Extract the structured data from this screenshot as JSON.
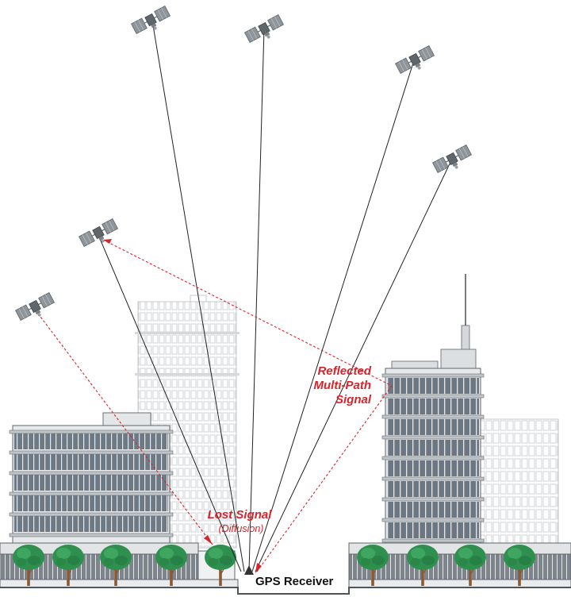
{
  "labels": {
    "reflected": [
      "Reflected",
      "Multi-Path",
      "Signal"
    ],
    "lost_signal": "Lost Signal",
    "diffusion": "(Diffusion)",
    "receiver": "GPS Receiver"
  },
  "colors": {
    "signal_line": "#222222",
    "lost_signal": "#d9232b",
    "building_glass": "#6f7c88",
    "building_faded": "#c9cdd1",
    "tree_canopy": "#2f8f4e",
    "tree_trunk": "#8a5a34"
  },
  "icons": {
    "satellite": "satellite-icon",
    "tree": "tree-icon",
    "antenna": "antenna-icon"
  }
}
